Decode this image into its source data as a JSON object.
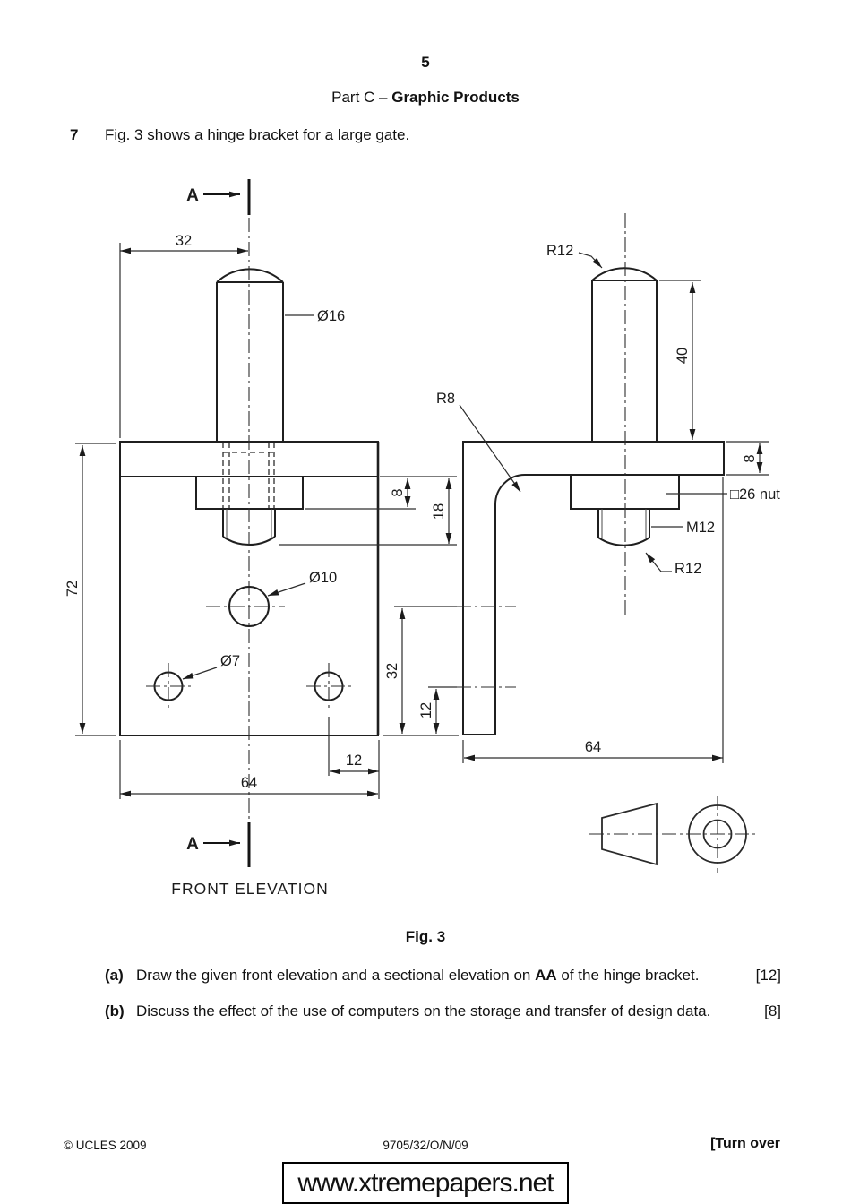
{
  "page": {
    "number": "5",
    "part_label": "Part C – ",
    "part_title": "Graphic Products"
  },
  "question": {
    "number": "7",
    "intro": "Fig. 3 shows a hinge bracket for a large gate."
  },
  "figure": {
    "caption": "Fig. 3",
    "view_label": "FRONT ELEVATION"
  },
  "drawing": {
    "section_marker": "A",
    "labels": {
      "dim_width_half": "32",
      "dia_stud": "Ø16",
      "dim_height": "72",
      "dia_center_hole": "Ø10",
      "dia_small_hole": "Ø7",
      "dim_hole_edge": "12",
      "dim_width": "64",
      "dim_nut_height": "8",
      "dim_bolt_protrusion": "18",
      "dim_hole_bottom": "32",
      "dim_small_hole_bottom": "12",
      "radius_stud_top": "R12",
      "dim_stud_length": "40",
      "dim_plate_thickness": "8",
      "radius_fillet": "R8",
      "nut_spec": "□26 nut",
      "thread_spec": "M12",
      "radius_bolt_end": "R12",
      "dim_side_width": "64"
    }
  },
  "parts": [
    {
      "label": "(a)",
      "text_before": "Draw the given front elevation and a sectional elevation on ",
      "bold_text": "AA",
      "text_after": " of the hinge bracket.",
      "marks": "[12]"
    },
    {
      "label": "(b)",
      "text_before": "Discuss the effect of the use of computers on the storage and transfer of design data.",
      "bold_text": "",
      "text_after": "",
      "marks": "[8]"
    }
  ],
  "footer": {
    "copyright": "© UCLES 2009",
    "paper_code": "9705/32/O/N/09",
    "turn_over": "[Turn over"
  },
  "watermark": "www.xtremepapers.net"
}
